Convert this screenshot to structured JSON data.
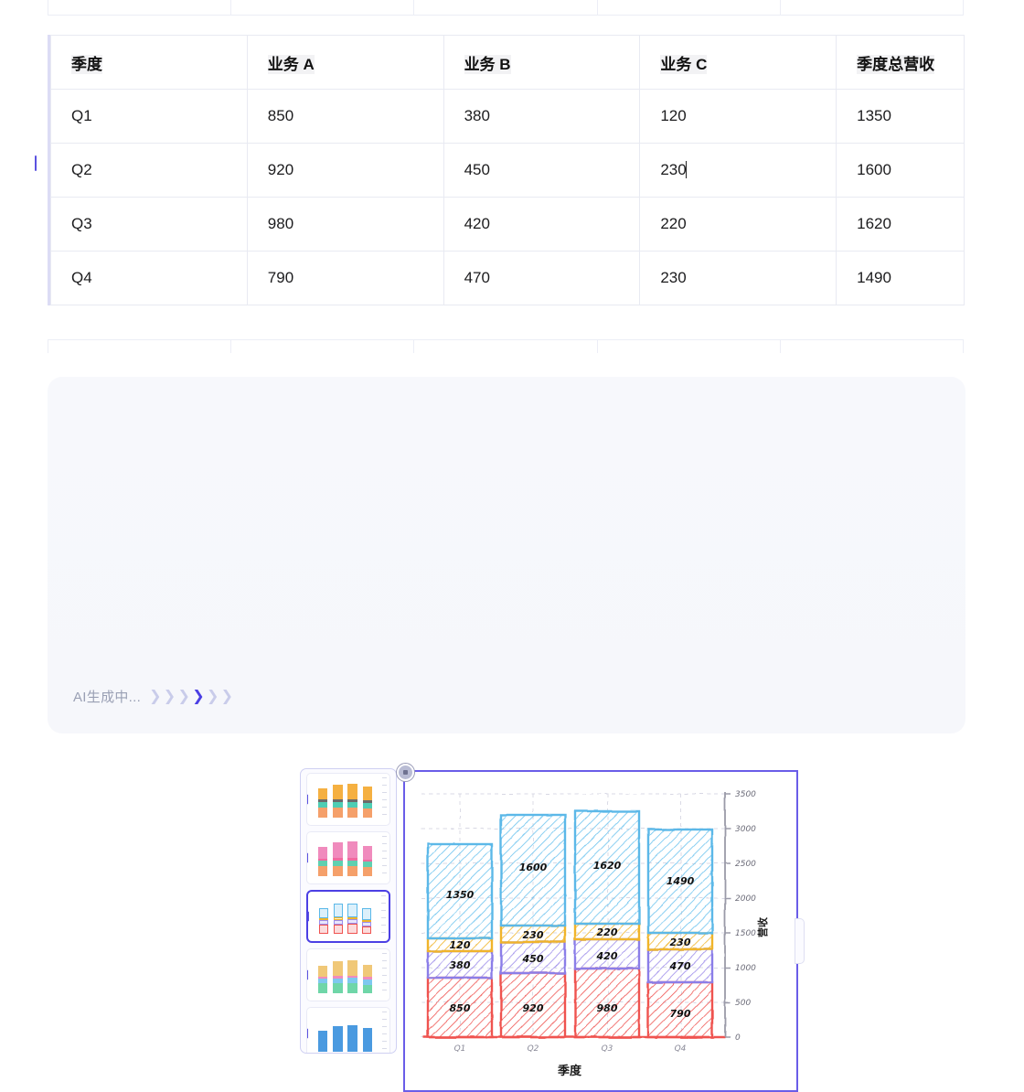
{
  "table": {
    "headers": [
      "季度",
      "业务 A",
      "业务 B",
      "业务 C",
      "季度总营收"
    ],
    "rows": [
      {
        "quarter": "Q1",
        "a": "850",
        "b": "380",
        "c": "120",
        "total": "1350"
      },
      {
        "quarter": "Q2",
        "a": "920",
        "b": "450",
        "c": "230",
        "total": "1600"
      },
      {
        "quarter": "Q3",
        "a": "980",
        "b": "420",
        "c": "220",
        "total": "1620"
      },
      {
        "quarter": "Q4",
        "a": "790",
        "b": "470",
        "c": "230",
        "total": "1490"
      }
    ],
    "editing_cell": "Q2.c"
  },
  "generation": {
    "status_text": "AI生成中...",
    "chevrons": [
      false,
      false,
      false,
      true,
      false,
      false
    ],
    "accent_color": "#4b3fe4"
  },
  "thumbnails": {
    "count": 5,
    "selected_index": 2,
    "items": [
      {
        "name": "variant-gold-teal",
        "colors": [
          "#f5a623",
          "#6b6b6b",
          "#4ecdb4",
          "#f5a06a"
        ]
      },
      {
        "name": "variant-pink",
        "colors": [
          "#f08bbd",
          "#f06aa0",
          "#5fd0b0",
          "#f5a06a"
        ]
      },
      {
        "name": "variant-hatched-blue",
        "colors": [
          "#7ec8ef",
          "#f0b429",
          "#9b8bea",
          "#ef5350"
        ]
      },
      {
        "name": "variant-warm",
        "colors": [
          "#f0c878",
          "#f08bbd",
          "#7ec8ef",
          "#6fd6a8"
        ]
      },
      {
        "name": "variant-plain-blue",
        "colors": [
          "#4a9ae0",
          "#4a9ae0",
          "#4a9ae0",
          "#4a9ae0"
        ]
      }
    ]
  },
  "chart_data": {
    "type": "bar",
    "style": "xkcd-hand-drawn-stacked",
    "title": "",
    "xlabel": "季度",
    "ylabel": "营收",
    "categories": [
      "Q1",
      "Q2",
      "Q3",
      "Q4"
    ],
    "ylim": [
      0,
      3500
    ],
    "yticks": [
      0,
      500,
      1000,
      1500,
      2000,
      2500,
      3000,
      3500
    ],
    "grid": true,
    "legend_position": "none",
    "stacked": true,
    "series": [
      {
        "name": "业务 A",
        "color": "#ef4444",
        "values": [
          850,
          920,
          980,
          790
        ]
      },
      {
        "name": "业务 B",
        "color": "#8b7ee8",
        "values": [
          380,
          450,
          420,
          470
        ]
      },
      {
        "name": "业务 C",
        "color": "#f0b429",
        "values": [
          120,
          230,
          220,
          230
        ]
      },
      {
        "name": "季度总营收",
        "color": "#5bb8e8",
        "values": [
          1350,
          1600,
          1620,
          1490
        ]
      }
    ],
    "bar_labels": [
      [
        "850",
        "380",
        "120",
        "1350"
      ],
      [
        "920",
        "450",
        "230",
        "1600"
      ],
      [
        "980",
        "420",
        "220",
        "1620"
      ],
      [
        "790",
        "470",
        "230",
        "1490"
      ]
    ]
  }
}
